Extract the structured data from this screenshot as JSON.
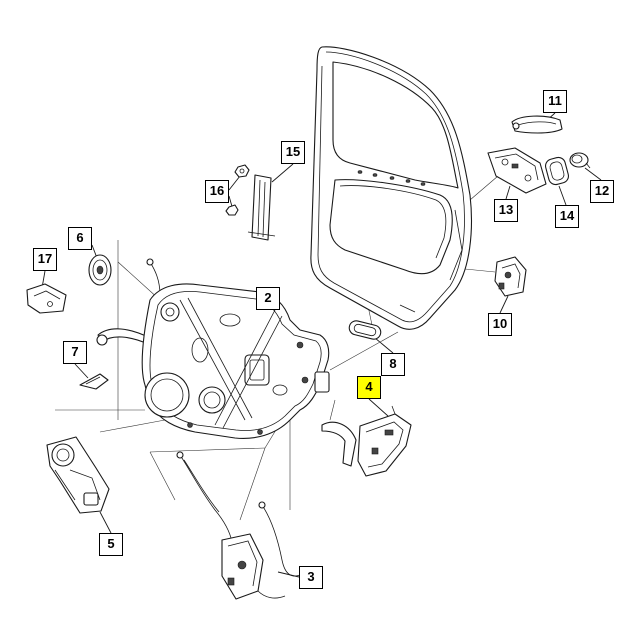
{
  "callouts": [
    {
      "label": "11"
    },
    {
      "label": "15"
    },
    {
      "label": "16"
    },
    {
      "label": "6"
    },
    {
      "label": "17"
    },
    {
      "label": "2"
    },
    {
      "label": "13"
    },
    {
      "label": "12"
    },
    {
      "label": "14"
    },
    {
      "label": "7"
    },
    {
      "label": "8"
    },
    {
      "label": "10"
    },
    {
      "label": "4",
      "highlighted": true
    },
    {
      "label": "5"
    },
    {
      "label": "3"
    }
  ],
  "colors": {
    "highlight": "#ffff00",
    "outline": "#000000",
    "background": "#ffffff"
  }
}
